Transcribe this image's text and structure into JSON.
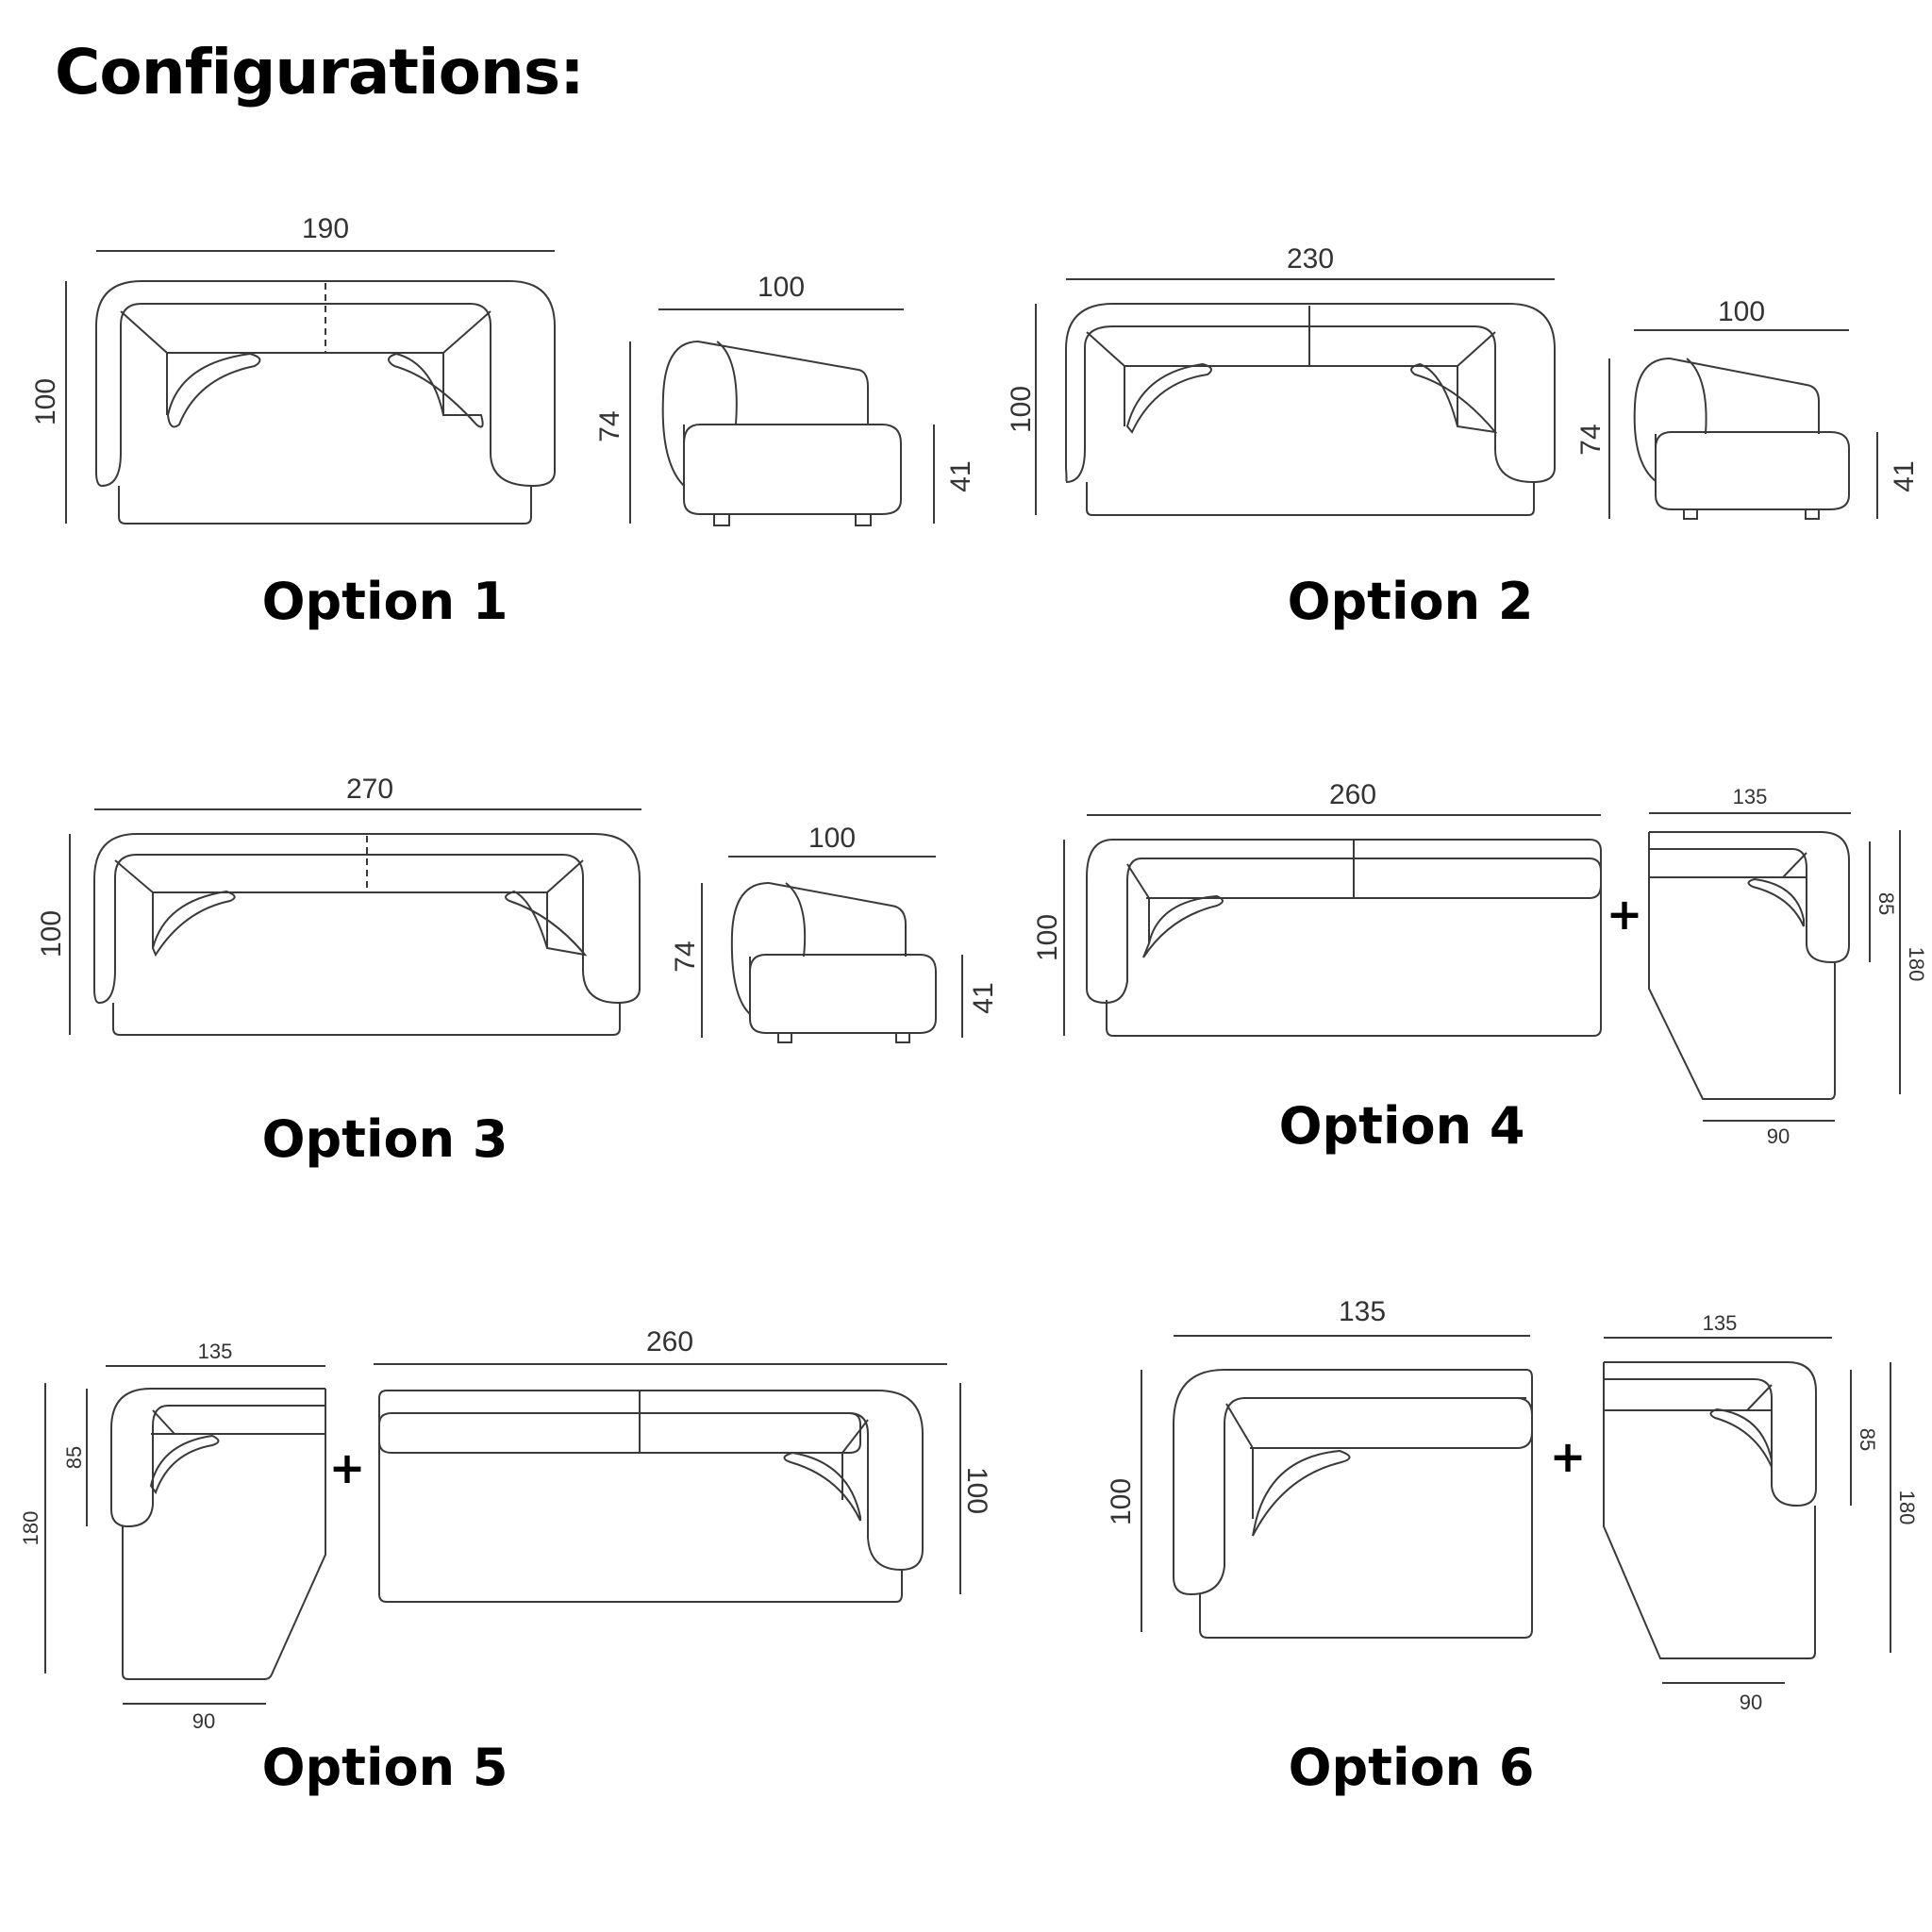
{
  "heading": "Configurations:",
  "plus_sign": "+",
  "options": [
    {
      "label": "Option 1",
      "dims": {
        "width": "190",
        "depth": "100",
        "side_depth": "100",
        "height": "74",
        "seat": "41"
      }
    },
    {
      "label": "Option 2",
      "dims": {
        "width": "230",
        "depth": "100",
        "side_depth": "100",
        "height": "74",
        "seat": "41"
      }
    },
    {
      "label": "Option 3",
      "dims": {
        "width": "270",
        "depth": "100",
        "side_depth": "100",
        "height": "74",
        "seat": "41"
      }
    },
    {
      "label": "Option 4",
      "dims": {
        "width": "260",
        "depth": "100",
        "chaise_width": "135",
        "chaise_back": "85",
        "chaise_length": "180",
        "chaise_bottom": "90"
      }
    },
    {
      "label": "Option 5",
      "dims": {
        "chaise_width": "135",
        "chaise_back": "85",
        "chaise_length": "180",
        "chaise_bottom": "90",
        "width": "260",
        "depth": "100"
      }
    },
    {
      "label": "Option 6",
      "dims": {
        "width": "135",
        "depth": "100",
        "chaise_width": "135",
        "chaise_back": "85",
        "chaise_length": "180",
        "chaise_bottom": "90"
      }
    }
  ]
}
